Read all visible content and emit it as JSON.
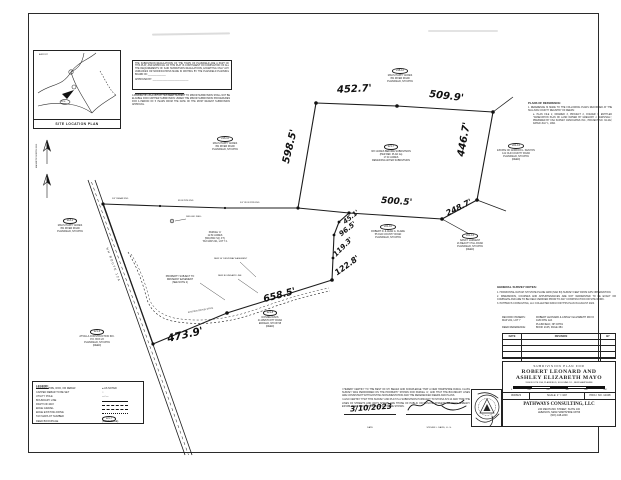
{
  "site_plan": {
    "title": "SITE LOCATION PLAN",
    "airport": "AIRPORT",
    "site": "SITE"
  },
  "approval_box": {
    "para": "THE SUBDIVISION REGULATIONS OF THE TOWN OF PLAINFIELD ARE A PART OF THIS PLAT, AND APPROVAL OF THIS PLAT IS CONTINGENT ON COMPLETION OF ALL THE REQUIREMENTS OF SAID SUBDIVISION REGULATIONS, EXCEPTING ONLY ANY VARIANCES OR MODIFICATIONS MADE IN WRITING BY THE PLAINFIELD PLANNING BOARD ON ______________",
    "approved_by": "APPROVED BY: ____________________________",
    "chairman": "CHAIRMAN OF THE PLANNING COMMISSION"
  },
  "minor_note": "A PARCEL OF LAND WHICH HAS BEEN SUBJECT TO MINOR SUBDIVISION SHALL NOT BE ELIGIBLE FOR FURTHER SUBDIVISION UNDER THE MINOR SUBDIVISION PROCEDURES FOR A PERIOD OF 5 YEARS FROM THE DATE OF THE MOST RECENT SUBDIVISION APPROVAL.",
  "north_arrow_label": "MAGNETIC NORTH 2023",
  "road_label": "NH ROUTE 12A",
  "dims": {
    "d452": "452.7'",
    "d509": "509.9'",
    "d598": "598.5'",
    "d446": "446.7'",
    "d500": "500.5'",
    "d248": "248.7'",
    "d45": "45.1'",
    "d96": "96.5'",
    "d119": "119.3'",
    "d122": "122.8'",
    "d658": "658.5'",
    "d473": "473.9'"
  },
  "parcel_a": {
    "l1": "PARCEL 'A'",
    "l2": "12.6± ACRES",
    "l3": "(549,054± SQ. FT.)",
    "l4": "TAX MAP 221, LOT 7-1"
  },
  "parcel_rem": {
    "id": "221-7",
    "l1": "30'± ACRES BEFORE SUBDIVISION",
    "l2": "(PER REF. PLAN 1a)",
    "l3": "17.4± ACRES",
    "l4": "REMAINING AFTER SUBDIVISION"
  },
  "abutters": [
    {
      "tax_id": "218-11",
      "lines": [
        "MACS HAPPY ACRES",
        "351 RIVER ROAD",
        "PLAINFIELD, NH 03781"
      ]
    },
    {
      "tax_id": "218-12",
      "lines": [
        "MACS HAPPY ACRES",
        "351 RIVER ROAD",
        "PLAINFIELD, NH 03781"
      ]
    },
    {
      "tax_id": "218-1",
      "lines": [
        "MACS HAPPY ACRES",
        "351 RIVER ROAD",
        "PLAINFIELD, NH 03781"
      ]
    },
    {
      "tax_id": "221-14",
      "lines": [
        "ESTATE OF GORDON L. KENYON",
        "141 OLD COUNTY ROAD",
        "PLAINFIELD, NH 03781",
        "(DEED)"
      ]
    },
    {
      "tax_id": "221-10",
      "lines": [
        "ROBERT D. & JEAN G. KLARE",
        "55 OLD COUNTY ROAD",
        "PLAINFIELD, NH 03781"
      ]
    },
    {
      "tax_id": "221-13",
      "lines": [
        "NANCY LARGENT",
        "21 BEAUTY HILL ROAD",
        "PLAINFIELD, NH 03781",
        "(DEED)"
      ]
    },
    {
      "tax_id": "221-8",
      "lines": [
        "DONNIE DAVIS",
        "41 WESTCOTT ROAD",
        "ENFIELD, NH 03748",
        "(DEED)"
      ]
    },
    {
      "tax_id": "221-6",
      "lines": [
        "ATTALLA CONSTRUCTION INC.",
        "P.O. BOX 23",
        "PLAINFIELD, NH 03781",
        "(DEED)"
      ]
    }
  ],
  "ann": {
    "well": "DRILLED WELL",
    "new_line": "NEW BOUNDARY LINE",
    "easement": "NEW 50' DRIVEWAY EASEMENT",
    "subject1": "PROPERTY SUBJECT TO",
    "subject2": "DRIVEWAY EASEMENT",
    "subject3": "(SEE NOTE 2)",
    "gravel": "EXISTING GRAVEL DRIVE",
    "pin1": "5/8\" REBAR FND",
    "pin2": "IRON PIPE FND",
    "pin3": "3/4\" IRON PIPE FND"
  },
  "reference": {
    "heading": "PLANS OF REFERENCE:",
    "item1": "1.  REFERENCE IS MADE TO THE FOLLOWING PLANS RECORDED AT THE SULLIVAN COUNTY REGISTRY OF DEEDS:",
    "item1a": "a.  PLAN FILE 2, DRAWER 3, PROJECT 2, FOLDER 3, ENTITLED \"ANNEXATION PLAN OF LAND OWNED BY GREGORY J. MARSHALL\", PREPARED BY KSA SURVEY ASSOCIATES INC., PROJECT NO. 94-102, DATED JULY 1, 1994."
  },
  "notes": {
    "heading": "GENERAL SURVEY NOTES:",
    "n1": "1.  HORIZONTAL DATUM: NH STATE PLANE GRID (NAD 83) SURVEY FEET FROM GPS OBSERVATION.",
    "n2": "2.  DIMENSIONS, COURSES AND APPURTENANCES ARE NOT WARRANTED TO BE EXACT OR COMPLETE AND ARE TO BE FIELD VERIFIED PRIOR TO ANY CONSTRUCTION OR SITE WORK.",
    "n3": "3.  PATHWAYS CONSULTING, LLC COLLECTED DATA FOR THIS PLAN IN AUGUST 2022."
  },
  "owners": {
    "r1l": "RECORD OWNERS:",
    "r1v": "ROBERT LEONARD & ASHLEY ELIZABETH MAYO",
    "r2l": "MAP 221, LOT 7",
    "r2v": "1180 RTE 12A",
    "r3v": "PLAINFIELD, NH 03781",
    "r4l": "DEED REFERENCE:",
    "r4v": "BOOK 2105, PAGE 384"
  },
  "revisions": {
    "h1": "DATE",
    "h2": "REVISION",
    "h3": "BY"
  },
  "title_block": {
    "plan_type": "SUBDIVISION PLAN FOR",
    "owner1": "ROBERT LEONARD AND",
    "owner2": "ASHLEY ELIZABETH MAYO",
    "location": "1180 ROUTE 12A, PLAINFIELD, SULLIVAN CO., NEW HAMPSHIRE",
    "ticks": [
      "0",
      "100'",
      "200'",
      "300'",
      "400'",
      "500'"
    ],
    "date": "06/08/23",
    "scale": "SCALE: 1\" = 100'",
    "proj": "PROJ. NO. 12348",
    "firm": "PATHWAYS CONSULTING, LLC",
    "addr1": "240 MECHANIC STREET, SUITE 100",
    "addr2": "LEBANON, NEW HAMPSHIRE 03766",
    "phone": "(603) 448-2200"
  },
  "cert": {
    "para1": "I HEREBY CERTIFY TO THE BEST OF MY BELIEF AND KNOWLEDGE THAT A NEW HAMPSHIRE RURAL CLASS SURVEY WAS PERFORMED ON THE PROPERTY SHOWN FOR PARCEL 'A', AND THAT THE BOUNDARY LINES ARE CONSISTENT WITH EXISTING MONUMENTATION AND THE REFERENCED DEEDS AND PLANS.",
    "para2": "I ALSO CERTIFY THAT THIS SURVEY AND PLAT IS A SUBDIVISION PURSUANT TO NH RSA 672:14 AND THAT THE LINES OF STREETS AND WAYS SHOWN ARE THOSE OF PUBLIC OR PRIVATE STREETS OR WAYS ALREADY ESTABLISHED AND THAT NO NEW WAYS ARE SHOWN.",
    "date": "3/10/2023",
    "date_label": "DATE",
    "signer": "STEVEN L. DAVIS, L.L.S."
  },
  "legend": {
    "heading": "LEGEND:",
    "r1l": "EXISTING PIPE, ROD, OR REBAR",
    "r1s": "● AS NOTED",
    "r2l": "CAPPED REBAR TO BE SET",
    "r2s": "○",
    "r3l": "UTILITY POLE",
    "r3s": "—○—",
    "r4l": "BOUNDARY LINE",
    "r5l": "RIGHT-OF-WAY",
    "r6l": "EDGE GRAVEL",
    "r7l": "EDGE EXISTING DRIVE",
    "r8l": "TAX MAP/LOT NUMBER",
    "r8s": "221-7",
    "r9l": "DEED BOOK/PAGE",
    "r9s": "(BOOK/PAGE)"
  }
}
